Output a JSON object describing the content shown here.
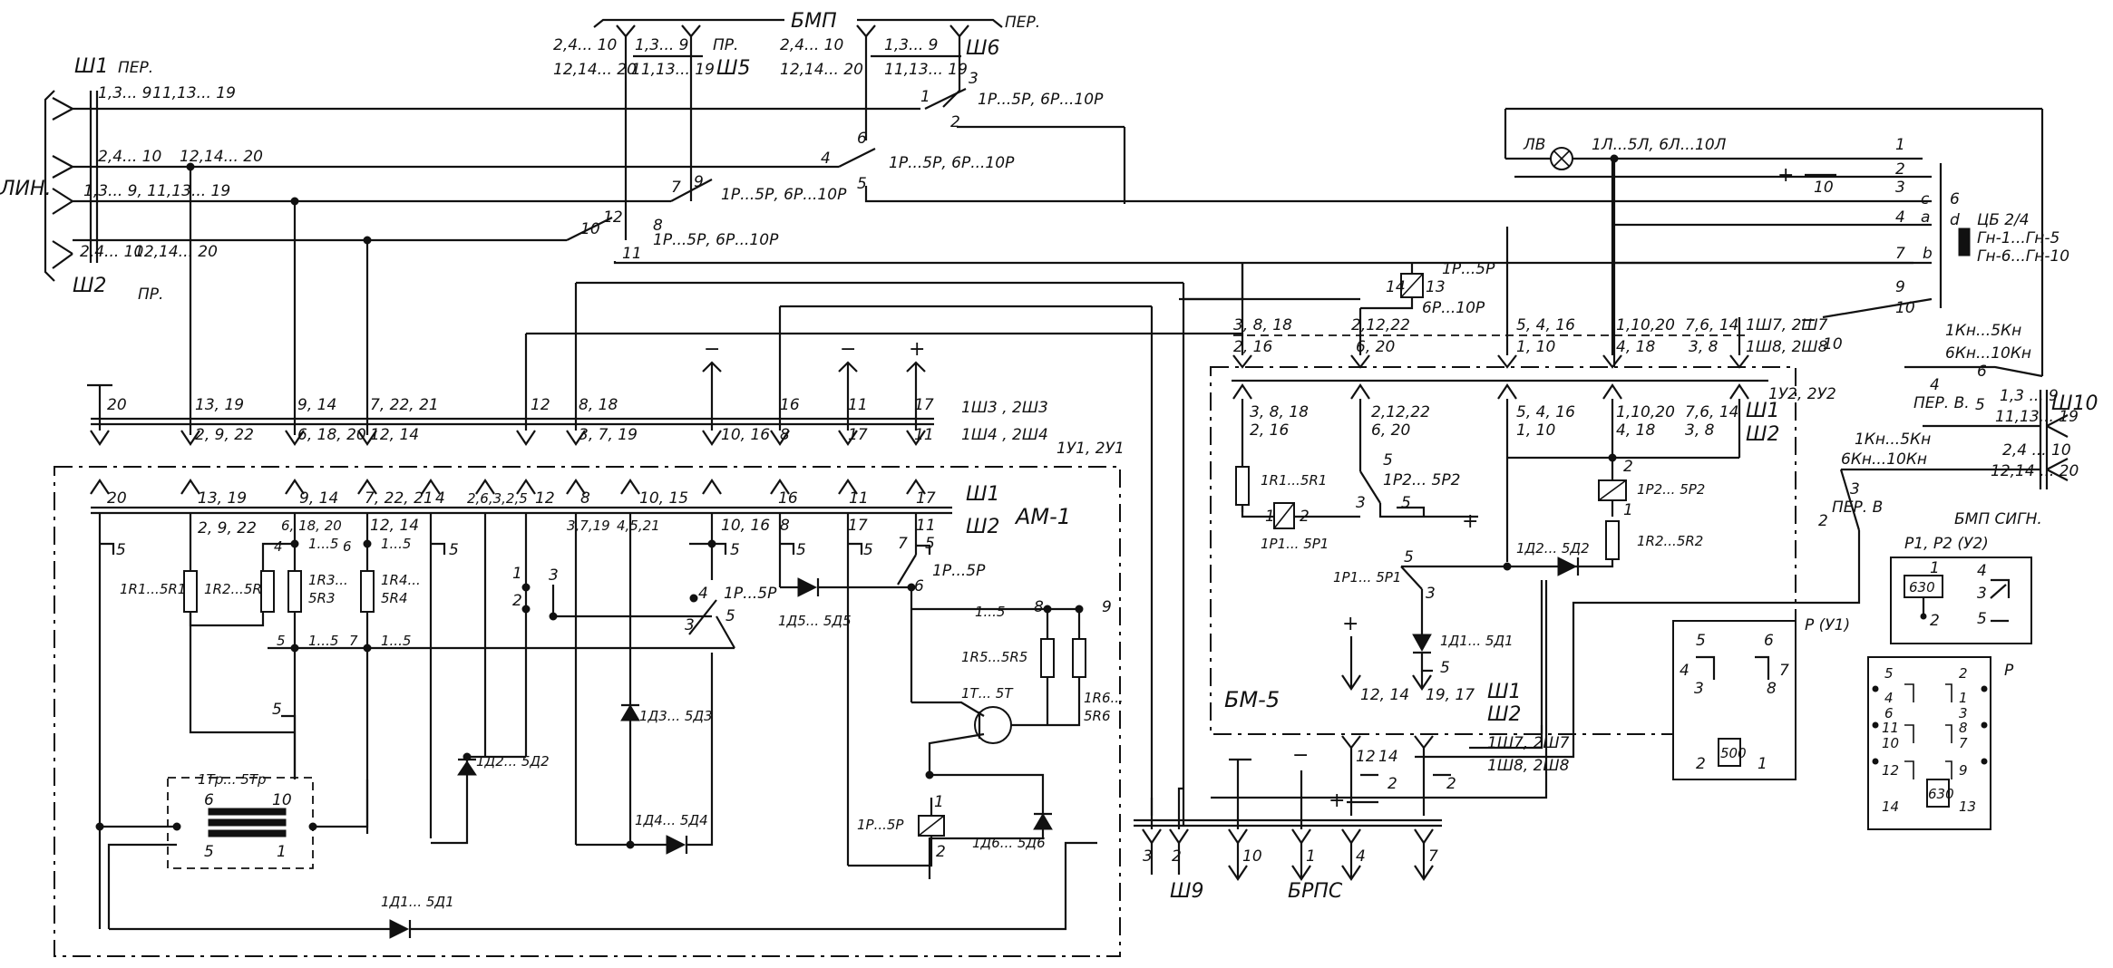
{
  "blocks": {
    "am1": "АМ-1",
    "bm5": "БМ-5",
    "bmp": "БМП",
    "bmp_sign": "БМП СИГН.",
    "brps": "БРПС",
    "lin": "ЛИН.",
    "cb": "ЦБ 2/4",
    "p_u1": "Р (У1)",
    "p": "Р",
    "p12": "Р1, Р2 (У2)"
  },
  "connectors": {
    "sh1": "Ш1",
    "sh2": "Ш2",
    "sh5": "Ш5",
    "sh6": "Ш6",
    "sh9": "Ш9",
    "sh10": "Ш10",
    "per": "ПЕР.",
    "pr": "ПР.",
    "per_v": "ПЕР. В.",
    "per_v2": "ПЕР. В",
    "w1sh3": "1Ш3 , 2Ш3",
    "w1sh4": "1Ш4 , 2Ш4",
    "u1": "1У1, 2У1",
    "u2": "1У2, 2У2",
    "sh78": "1Ш7, 2Ш7",
    "sh88": "1Ш8, 2Ш8"
  },
  "components": {
    "relay_p": "1Р...5Р, 6Р...10Р",
    "relay_p2": "1Р...5Р",
    "relay_p3": "6Р...10Р",
    "lamp": "ЛВ",
    "lamp_l": "1Л...5Л, 6Л...10Л",
    "gn1": "Гн-1...Гн-5",
    "gn2": "Гн-6...Гн-10",
    "kn1": "1Кн...5Кн",
    "kn2": "6Кн...10Кн",
    "r1": "1R1...5R1",
    "r2": "1R2...5R2",
    "r3": "1R3...",
    "r3b": "5R3",
    "r4": "1R4...",
    "r4b": "5R4",
    "r5": "1R5...5R5",
    "r6": "1R6...",
    "r6b": "5R6",
    "tr": "1Тр... 5Тр",
    "t": "1Т... 5Т",
    "d1": "1Д1... 5Д1",
    "d2": "1Д2... 5Д2",
    "d3": "1Д3... 5Д3",
    "d4": "1Д4... 5Д4",
    "d5": "1Д5... 5Д5",
    "d6": "1Д6... 5Д6",
    "p1": "1Р1... 5Р1",
    "p2": "1Р2... 5Р2",
    "v500": "500",
    "v630": "630"
  },
  "pins": {
    "a1": "1,3... 9",
    "a2": "11,13... 19",
    "a3": "2,4... 10",
    "a4": "12,14... 20",
    "a5": "1,3... 9, 11,13... 19",
    "a6": "12,14... 20",
    "b1": "20",
    "b2": "13, 19",
    "b3": "9, 14",
    "b4": "7, 22, 21",
    "b5": "12",
    "b6": "8, 18",
    "b7": "16",
    "b8": "11",
    "b9": "17",
    "c1": "2, 9, 22",
    "c2": "6, 18, 20",
    "c3": "12, 14",
    "c4": "3, 7, 19",
    "c5": "10, 16",
    "c6": "8",
    "c7": "17",
    "c8": "11",
    "d1": "6, 18, 20",
    "d2": "1...5",
    "d3": "2,6,3,2,5",
    "d4": "3,7,19",
    "d5": "4,5,21",
    "d6": "10, 15",
    "e1": "3, 8, 18",
    "e2": "2, 16",
    "e3": "2,12,22",
    "e4": "6, 20",
    "e5": "5, 4, 16",
    "e6": "1, 10",
    "e7": "1,10,20",
    "e8": "4, 18",
    "e9": "7,6, 14",
    "e10": "3, 8",
    "f1": "12, 14",
    "f2": "19, 17",
    "f3": "1,3 ... 9",
    "f4": "11,13... 19",
    "f5": "2,4 ... 10",
    "f6": "12,14 ... 20",
    "n1": "1",
    "n2": "2",
    "n3": "3",
    "n4": "4",
    "n5": "5",
    "n6": "6",
    "n7": "7",
    "n8": "8",
    "n9": "9",
    "n10": "10",
    "n11": "11",
    "n12": "12",
    "n13": "13",
    "n14": "14",
    "la": "a",
    "lb": "b",
    "lc": "c",
    "ld": "d"
  },
  "signs": {
    "plus": "+",
    "minus": "−"
  }
}
